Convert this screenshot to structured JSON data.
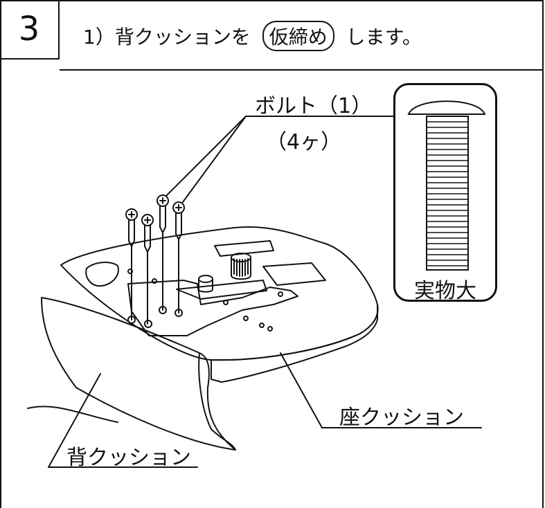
{
  "step": {
    "number": "3",
    "instruction_prefix": "1）背クッションを",
    "instruction_pill": "仮締め",
    "instruction_suffix": "します。"
  },
  "labels": {
    "bolt": "ボルト（1）",
    "bolt_count": "（4ヶ）",
    "actual_size": "実物大",
    "seat_cushion": "座クッション",
    "back_cushion": "背クッション"
  }
}
